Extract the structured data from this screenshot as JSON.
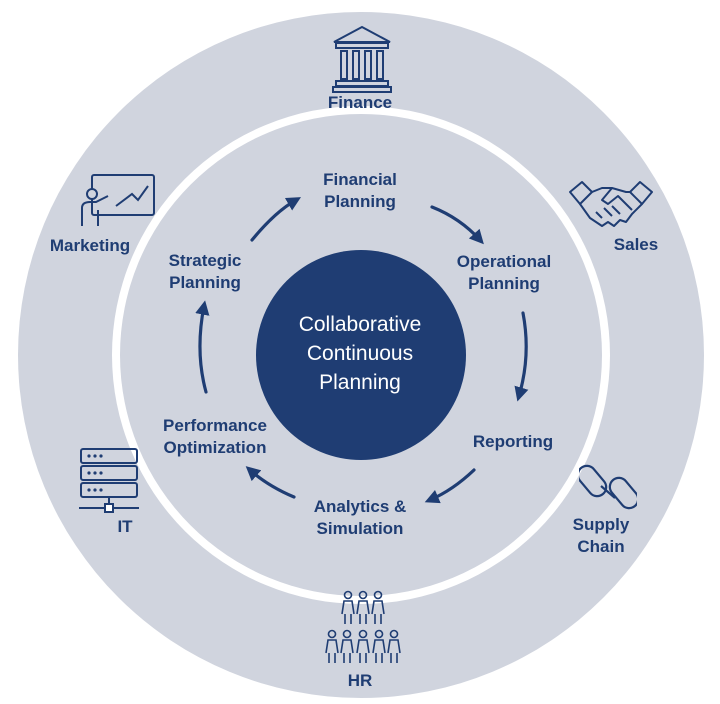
{
  "center": {
    "lines": [
      "Collaborative",
      "Continuous",
      "Planning"
    ]
  },
  "cycle": [
    {
      "id": "financial",
      "lines": [
        "Financial",
        "Planning"
      ]
    },
    {
      "id": "operational",
      "lines": [
        "Operational",
        "Planning"
      ]
    },
    {
      "id": "reporting",
      "lines": [
        "Reporting"
      ]
    },
    {
      "id": "analytics",
      "lines": [
        "Analytics &",
        "Simulation"
      ]
    },
    {
      "id": "performance",
      "lines": [
        "Performance",
        "Optimization"
      ]
    },
    {
      "id": "strategic",
      "lines": [
        "Strategic",
        "Planning"
      ]
    }
  ],
  "departments": [
    {
      "id": "finance",
      "label": "Finance",
      "icon": "bank-icon"
    },
    {
      "id": "sales",
      "label": "Sales",
      "icon": "handshake-icon"
    },
    {
      "id": "supply",
      "lines": [
        "Supply",
        "Chain"
      ],
      "icon": "chain-link-icon"
    },
    {
      "id": "hr",
      "label": "HR",
      "icon": "people-icon"
    },
    {
      "id": "it",
      "label": "IT",
      "icon": "server-icon"
    },
    {
      "id": "marketing",
      "label": "Marketing",
      "icon": "presentation-icon"
    }
  ],
  "colors": {
    "outer_ring": "#d0d4de",
    "inner_ring": "#d0d4de",
    "center_fill": "#1f3d73",
    "text": "#1f3d73",
    "arrow": "#1f3d73"
  }
}
